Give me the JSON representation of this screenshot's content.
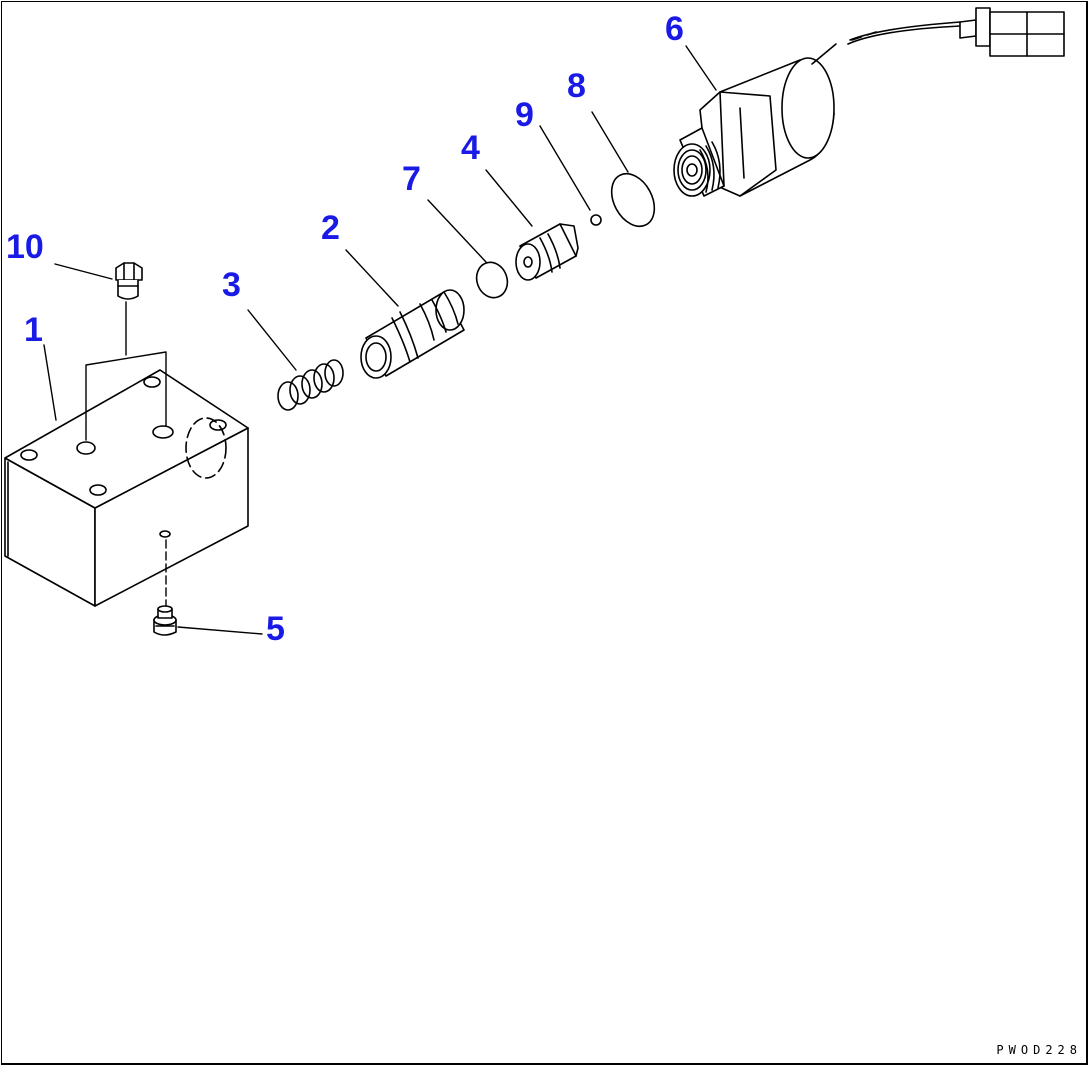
{
  "callouts": {
    "n1": "1",
    "n2": "2",
    "n3": "3",
    "n4": "4",
    "n5": "5",
    "n6": "6",
    "n7": "7",
    "n8": "8",
    "n9": "9",
    "n10": "10"
  },
  "drawing_code": "PWOD228",
  "colors": {
    "callout": "#1a1ae6",
    "line": "#000000",
    "background": "#ffffff"
  }
}
